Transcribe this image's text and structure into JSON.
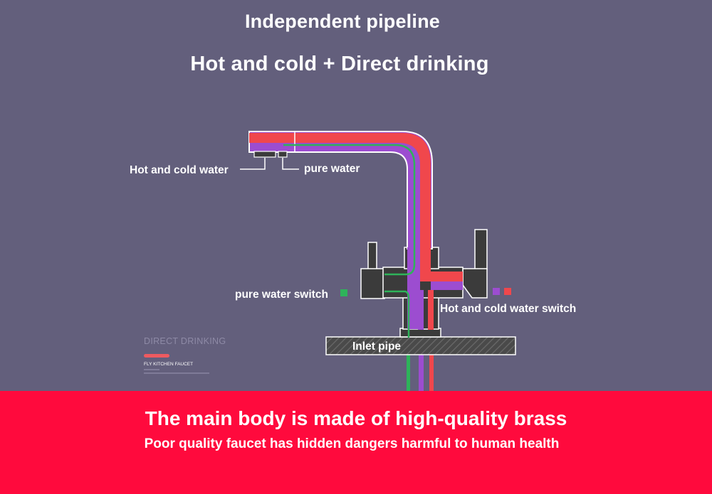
{
  "header": {
    "title": "Independent pipeline",
    "subtitle": "Hot and cold + Direct drinking"
  },
  "diagram": {
    "labels": {
      "hot_cold_water": "Hot and cold  water",
      "pure_water": "pure water",
      "pure_water_switch": "pure water switch",
      "hot_cold_switch": "Hot and cold water switch",
      "inlet_pipe": "Inlet pipe"
    },
    "colors": {
      "hot": "#f0474c",
      "cold": "#9c4dd0",
      "pure": "#2eb35a",
      "body": "#3b3b3b",
      "background": "#635f7c"
    }
  },
  "brand": {
    "name": "DIRECT DRINKING",
    "subname": "FLY KITCHEN  FAUCET"
  },
  "banner": {
    "main": "The main body is made of high-quality brass",
    "sub": "Poor quality faucet has hidden dangers harmful to human health",
    "color": "#ff0a3d"
  }
}
